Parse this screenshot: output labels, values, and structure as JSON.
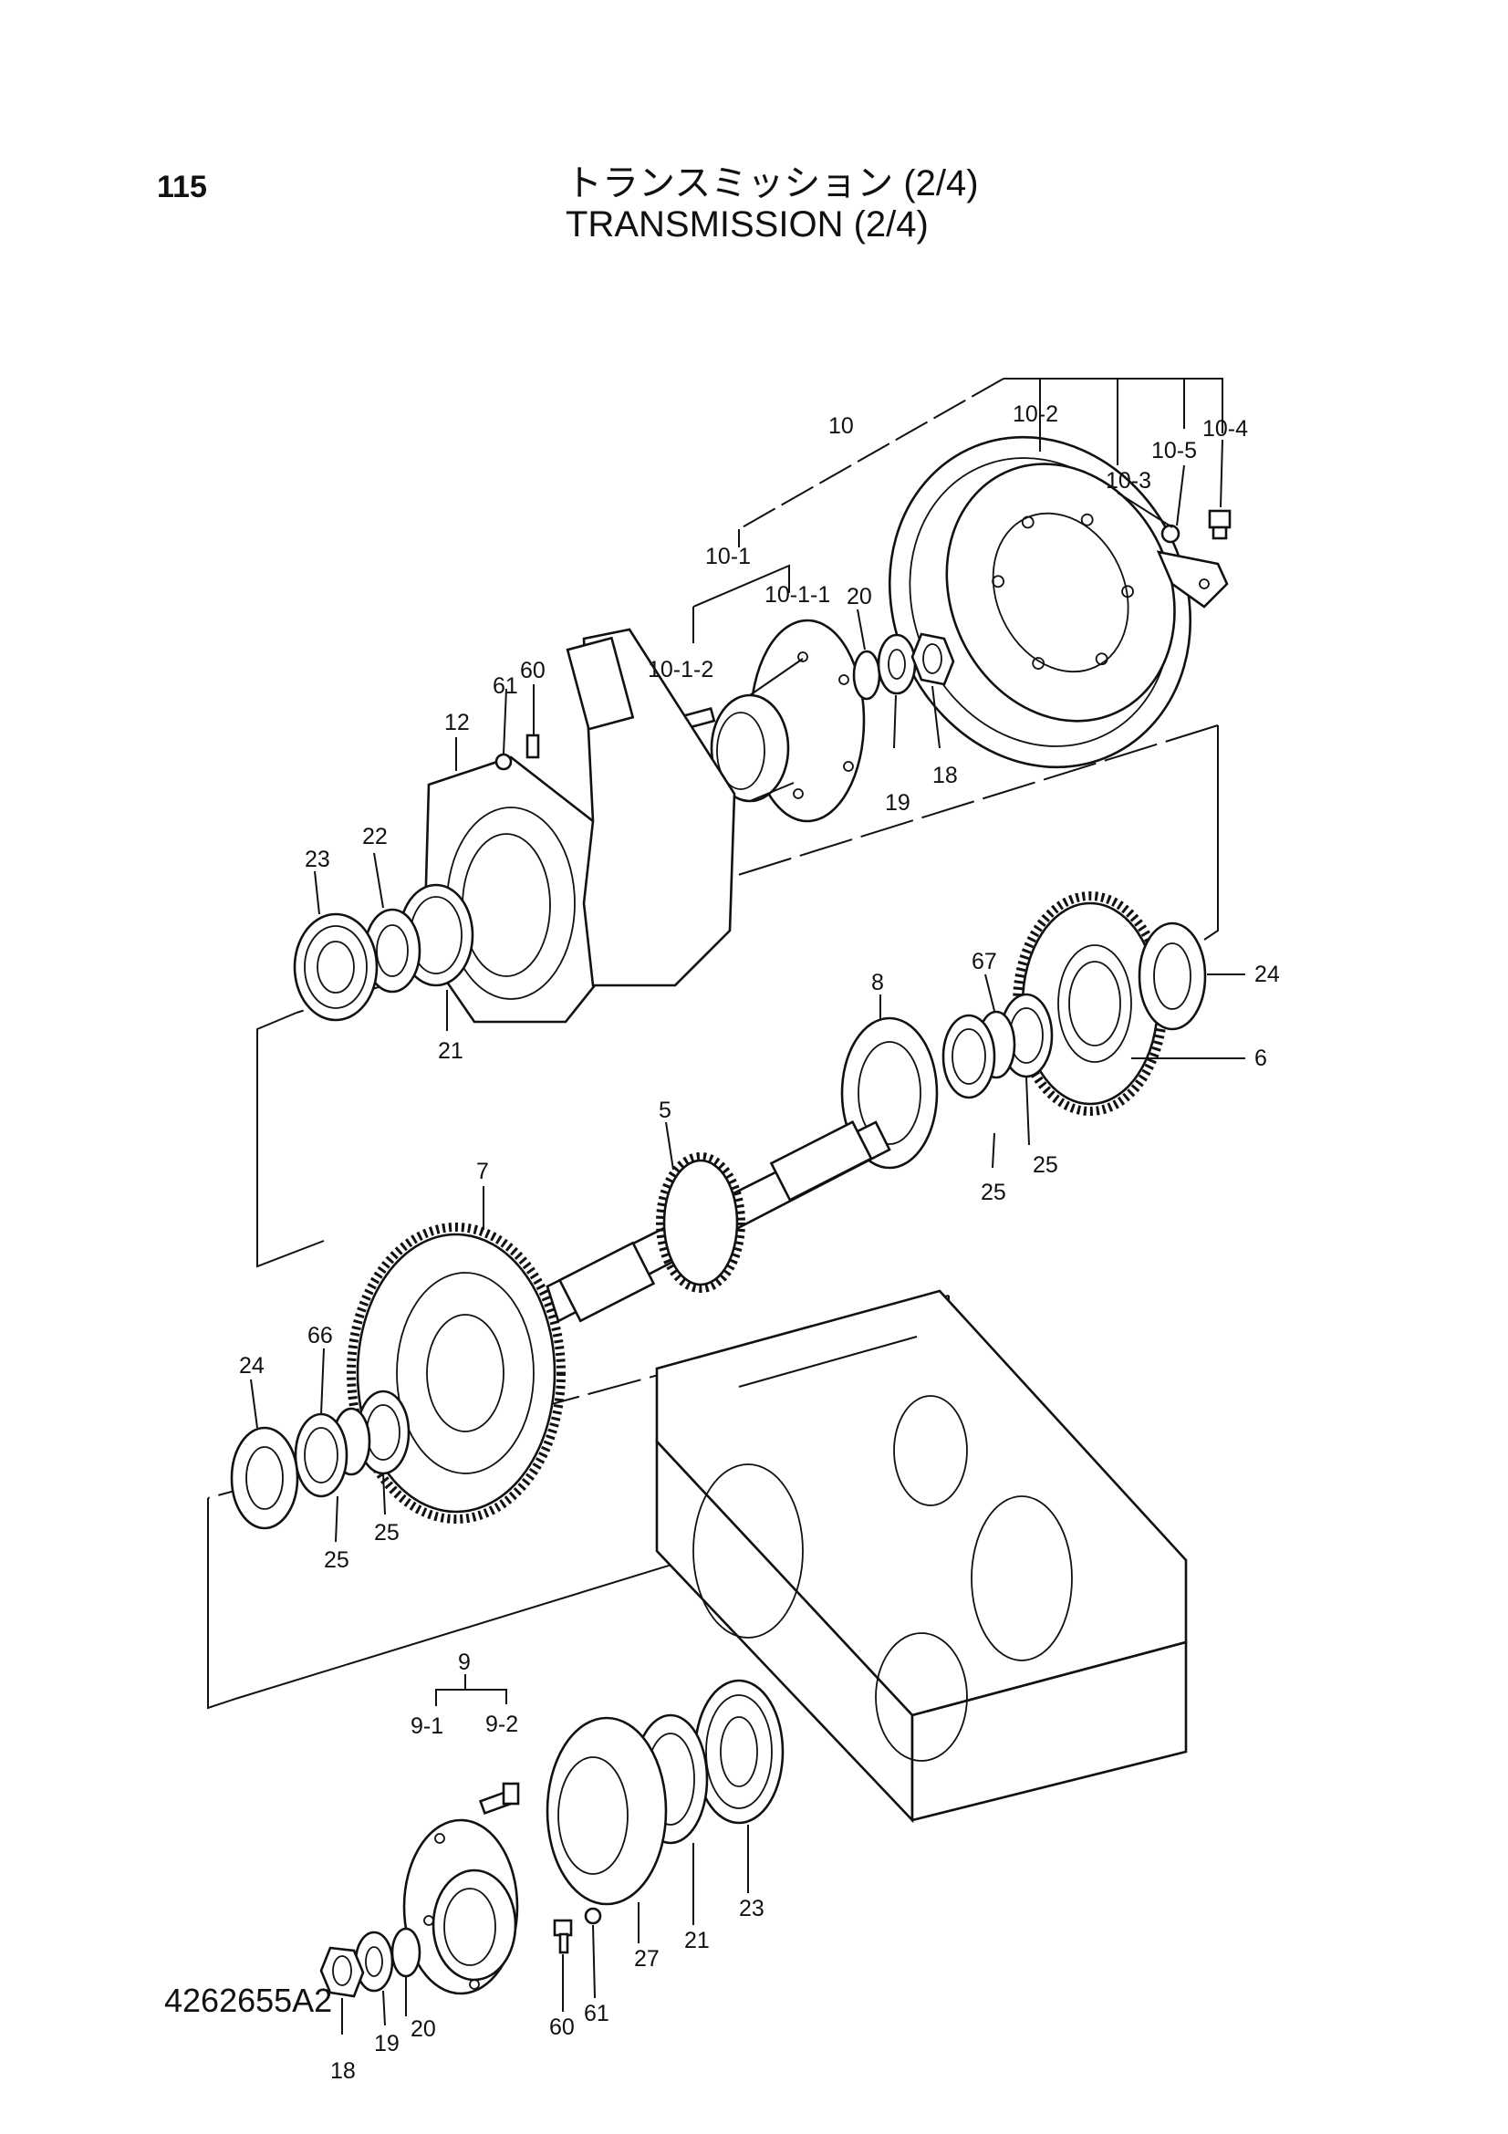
{
  "header": {
    "page_number": "115",
    "title_jp": "トランスミッション (2/4)",
    "title_en": "TRANSMISSION (2/4)"
  },
  "footer": {
    "drawing_code": "4262655A2"
  },
  "callouts": {
    "c5": "5",
    "c6": "6",
    "c7": "7",
    "c8": "8",
    "c9": "9",
    "c9_1": "9-1",
    "c9_2": "9-2",
    "c10": "10",
    "c10_1": "10-1",
    "c10_1_1": "10-1-1",
    "c10_1_2": "10-1-2",
    "c10_2": "10-2",
    "c10_3": "10-3",
    "c10_4": "10-4",
    "c10_5": "10-5",
    "c12": "12",
    "c18_top": "18",
    "c18_bottom": "18",
    "c19_top": "19",
    "c19_bottom": "19",
    "c20_top": "20",
    "c20_bottom": "20",
    "c21_top": "21",
    "c21_bottom": "21",
    "c22": "22",
    "c23_top": "23",
    "c23_bottom": "23",
    "c24_right": "24",
    "c24_left": "24",
    "c25_a": "25",
    "c25_b": "25",
    "c25_c": "25",
    "c25_d": "25",
    "c27": "27",
    "c60_top": "60",
    "c60_bottom": "60",
    "c61_top": "61",
    "c61_bottom": "61",
    "c66": "66",
    "c67": "67"
  }
}
